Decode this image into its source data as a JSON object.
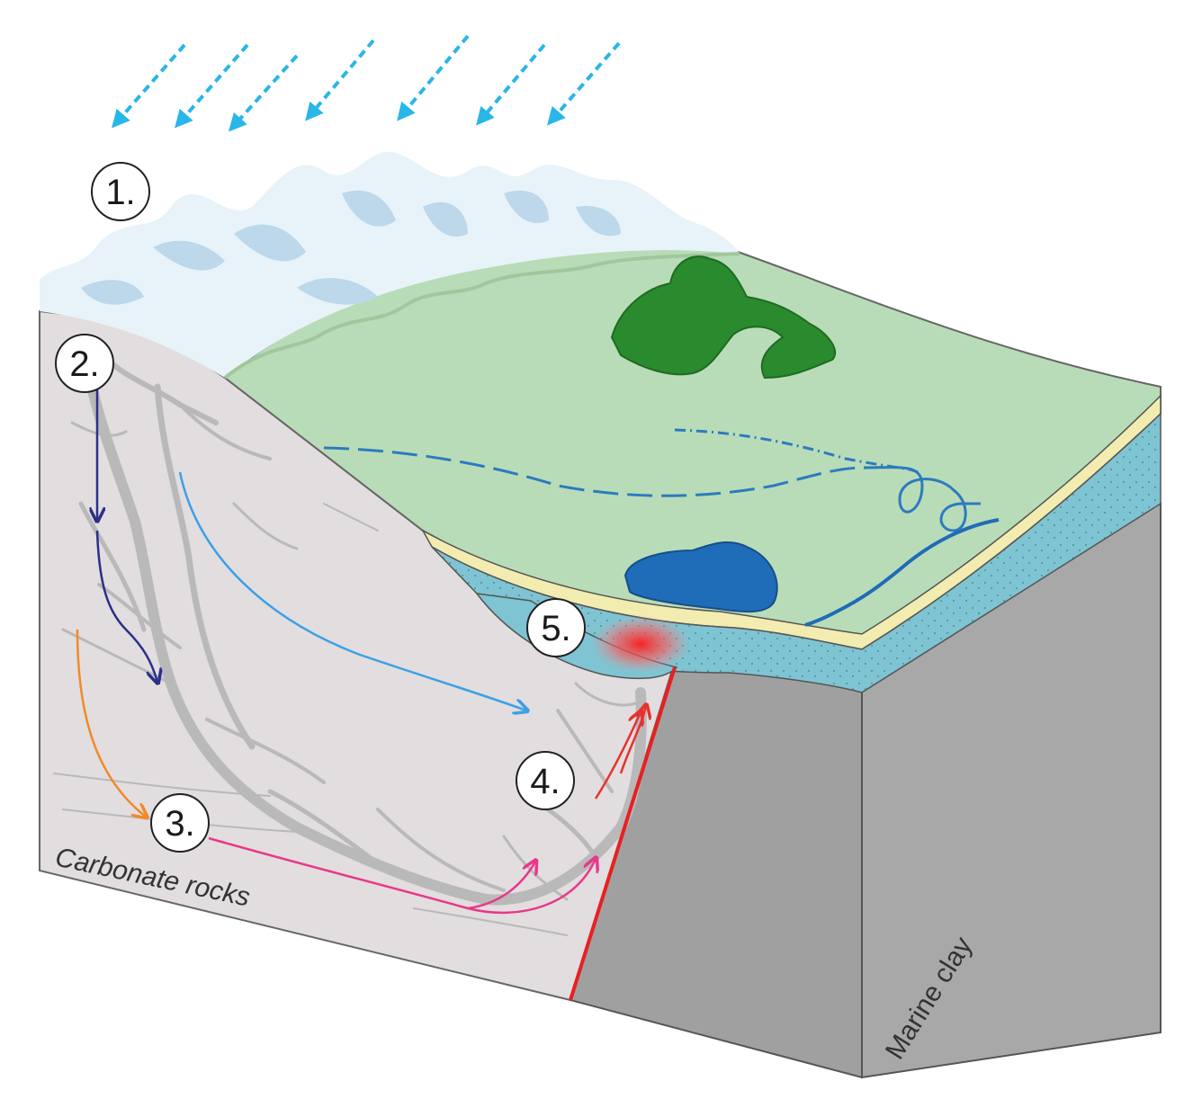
{
  "labels": {
    "step1": "1.",
    "step2": "2.",
    "step3": "3.",
    "step4": "4.",
    "step5": "5.",
    "carbonate": "Carbonate rocks",
    "marine_clay": "Marine clay"
  },
  "colors": {
    "rain": "#29b6e8",
    "snow": "#e8f3f9",
    "snow_shadow": "#bcd8ea",
    "carbonate_face": "#e2dddf",
    "karst": "#b9b9b9",
    "plain": "#b9dcb8",
    "forest": "#2a8a2e",
    "water": "#1f6cb8",
    "sand_layer": "#f2ecb0",
    "aquifer": "#7fc4d2",
    "clay_face": "#a6a6a6",
    "arrow_infiltration": "#2b2f8a",
    "arrow_deep_flow": "#3aa0e6",
    "arrow_thermal": "#f08a2a",
    "arrow_mixing": "#e8388a",
    "arrow_upflow": "#e83030",
    "fault": "#e82020",
    "hot_spot": "#ff2a2a"
  }
}
